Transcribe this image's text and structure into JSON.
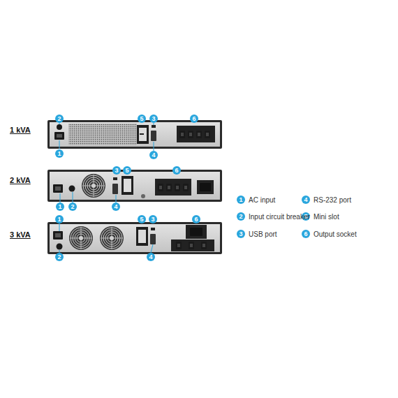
{
  "diagram": {
    "labels": [
      "1 kVA",
      "2",
      "1",
      "5",
      "3",
      "4",
      "6",
      "2 kVA",
      "3",
      "5",
      "6",
      "1",
      "2",
      "4",
      "3 kVA",
      "1",
      "5",
      "3",
      "6",
      "2",
      "4",
      "1",
      "2",
      "3",
      "4",
      "5",
      "6"
    ],
    "legend": [
      {
        "text": "AC input"
      },
      {
        "text": "Input circuit breaker"
      },
      {
        "text": "USB port"
      },
      {
        "text": "RS-232 port"
      },
      {
        "text": "Mini slot"
      },
      {
        "text": "Output socket"
      }
    ]
  }
}
